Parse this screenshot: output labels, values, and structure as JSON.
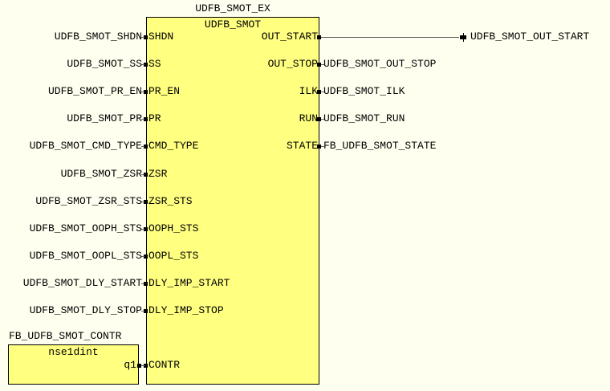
{
  "diagram": {
    "main_block": {
      "instance_name": "UDFB_SMOT_EX",
      "type_name": "UDFB_SMOT",
      "inputs": [
        {
          "pin": "SHDN",
          "signal": "UDFB_SMOT_SHDN"
        },
        {
          "pin": "SS",
          "signal": "UDFB_SMOT_SS"
        },
        {
          "pin": "PR_EN",
          "signal": "UDFB_SMOT_PR_EN"
        },
        {
          "pin": "PR",
          "signal": "UDFB_SMOT_PR"
        },
        {
          "pin": "CMD_TYPE",
          "signal": "UDFB_SMOT_CMD_TYPE"
        },
        {
          "pin": "ZSR",
          "signal": "UDFB_SMOT_ZSR"
        },
        {
          "pin": "ZSR_STS",
          "signal": "UDFB_SMOT_ZSR_STS"
        },
        {
          "pin": "OOPH_STS",
          "signal": "UDFB_SMOT_OOPH_STS"
        },
        {
          "pin": "OOPL_STS",
          "signal": "UDFB_SMOT_OOPL_STS"
        },
        {
          "pin": "DLY_IMP_START",
          "signal": "UDFB_SMOT_DLY_START"
        },
        {
          "pin": "DLY_IMP_STOP",
          "signal": "UDFB_SMOT_DLY_STOP"
        },
        {
          "pin": "CONTR",
          "signal": ""
        }
      ],
      "outputs": [
        {
          "pin": "OUT_START",
          "signal": "UDFB_SMOT_OUT_START"
        },
        {
          "pin": "OUT_STOP",
          "signal": "UDFB_SMOT_OUT_STOP"
        },
        {
          "pin": "ILK",
          "signal": "UDFB_SMOT_ILK"
        },
        {
          "pin": "RUN",
          "signal": "UDFB_SMOT_RUN"
        },
        {
          "pin": "STATE",
          "signal": "FB_UDFB_SMOT_STATE"
        }
      ]
    },
    "sub_block": {
      "instance_name": "FB_UDFB_SMOT_CONTR",
      "type_name": "nse1dint",
      "outputs": [
        {
          "pin": "q1"
        }
      ]
    },
    "colors": {
      "background": "#fffff0",
      "block_fill": "#ffff80"
    }
  }
}
